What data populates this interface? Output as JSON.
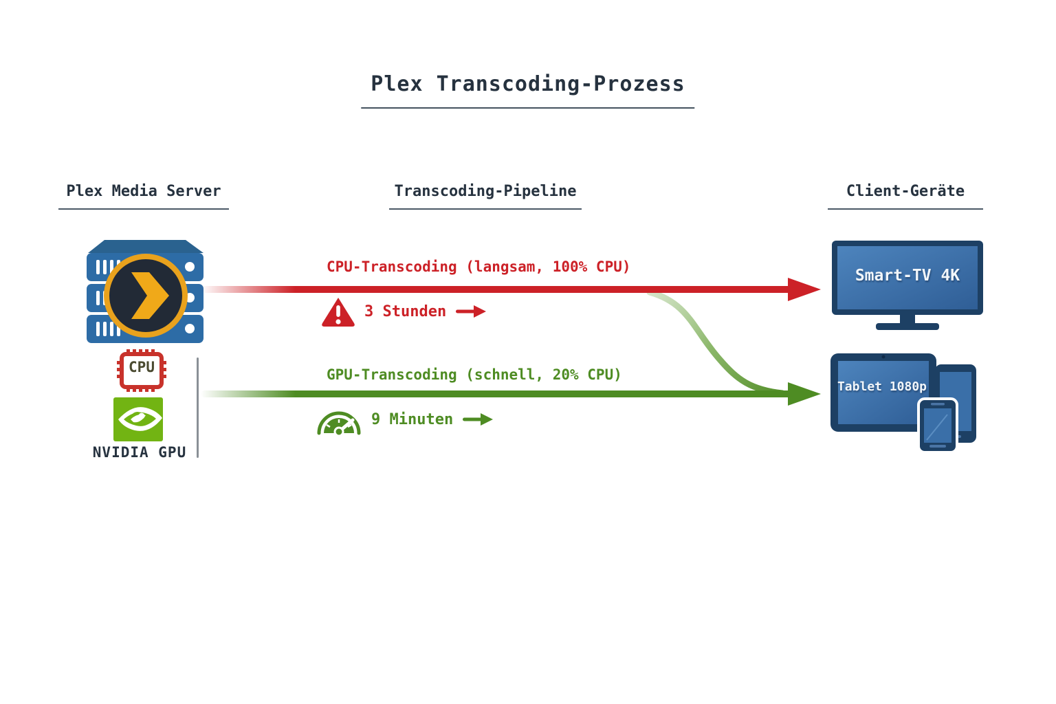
{
  "title": "Plex Transcoding-Prozess",
  "columns": {
    "server": {
      "label": "Plex Media Server"
    },
    "pipeline": {
      "label": "Transcoding-Pipeline"
    },
    "clients": {
      "label": "Client-Geräte"
    }
  },
  "server": {
    "cpu_chip_label": "CPU",
    "gpu_label": "NVIDIA GPU",
    "icons": [
      "plex-server-icon",
      "cpu-chip-icon",
      "nvidia-logo-icon"
    ]
  },
  "pipeline": {
    "cpu_path": {
      "label": "CPU-Transcoding (langsam, 100% CPU)",
      "duration": "3 Stunden",
      "icon": "warning-triangle-icon",
      "color": "#cc2127"
    },
    "gpu_path": {
      "label": "GPU-Transcoding (schnell, 20% CPU)",
      "duration": "9 Minuten",
      "icon": "speedometer-icon",
      "color": "#4e8c23"
    }
  },
  "clients": {
    "tv_label": "Smart-TV 4K",
    "tablet_label": "Tablet 1080p",
    "icons": [
      "smart-tv-icon",
      "tablet-icon",
      "phone-icon"
    ]
  },
  "colors": {
    "heading_text": "#26323f",
    "cpu_path_red": "#cc2127",
    "gpu_path_green": "#4e8c23",
    "server_blue": "#2d6ca6",
    "plex_orange": "#eaa21c",
    "nvidia_green": "#72b413",
    "device_frame_navy": "#1d4064",
    "device_screen_blue": "#3a6fa8"
  }
}
